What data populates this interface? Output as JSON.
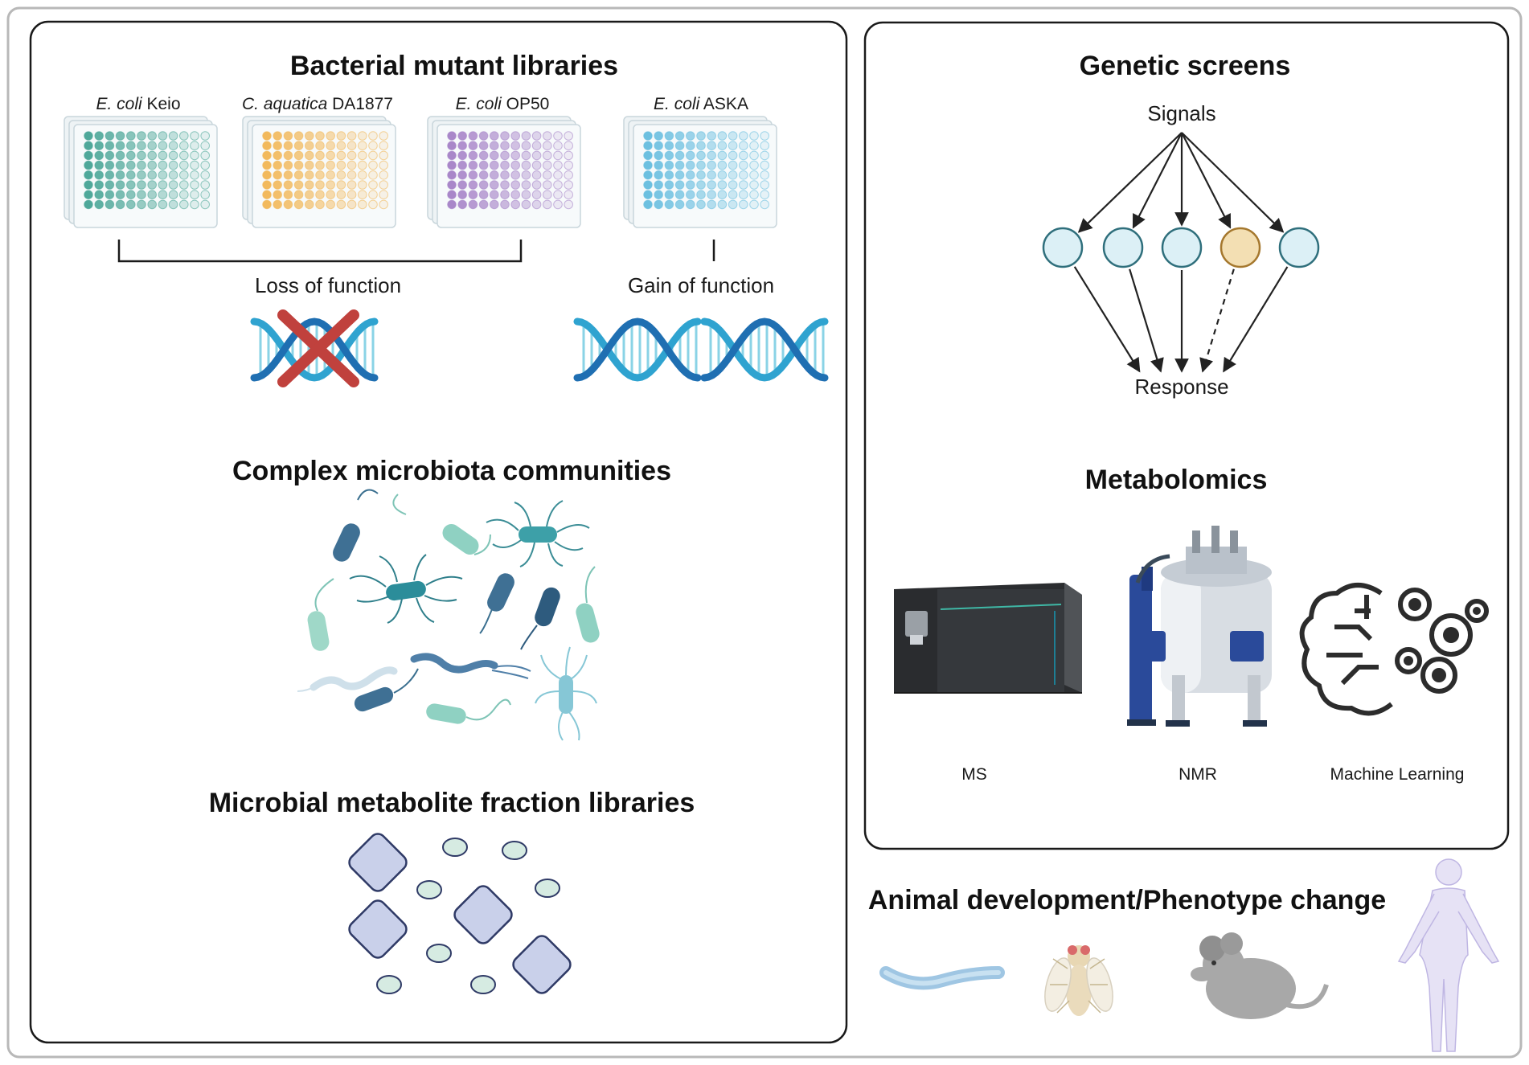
{
  "left_panel": {
    "mutant_libraries": {
      "title": "Bacterial mutant libraries",
      "plates": [
        {
          "species": "E. coli",
          "strain": "Keio",
          "color": "#4fa89a"
        },
        {
          "species": "C. aquatica",
          "strain": "DA1877",
          "color": "#f2b95c"
        },
        {
          "species": "E. coli",
          "strain": "OP50",
          "color": "#a987c9"
        },
        {
          "species": "E. coli",
          "strain": "ASKA",
          "color": "#6cc0e0"
        }
      ],
      "loss_label": "Loss of function",
      "gain_label": "Gain of function"
    },
    "microbiota": {
      "title": "Complex microbiota communities"
    },
    "fractions": {
      "title": "Microbial metabolite fraction libraries"
    }
  },
  "right_panel": {
    "genetic_screens": {
      "title": "Genetic screens",
      "signals_label": "Signals",
      "response_label": "Response",
      "node_colors": [
        "#dcf0f6",
        "#dcf0f6",
        "#dcf0f6",
        "#f3dfb3",
        "#dcf0f6"
      ],
      "dashed_node_index": 3
    },
    "metabolomics": {
      "title": "Metabolomics",
      "instruments": [
        {
          "label": "MS",
          "icon": "mass-spectrometer-icon"
        },
        {
          "label": "NMR",
          "icon": "nmr-spectrometer-icon"
        },
        {
          "label": "Machine Learning",
          "icon": "brain-gears-icon"
        }
      ]
    }
  },
  "animal_development": {
    "title": "Animal development/Phenotype change",
    "organisms": [
      "worm-icon",
      "fly-icon",
      "mouse-icon",
      "human-icon"
    ]
  }
}
